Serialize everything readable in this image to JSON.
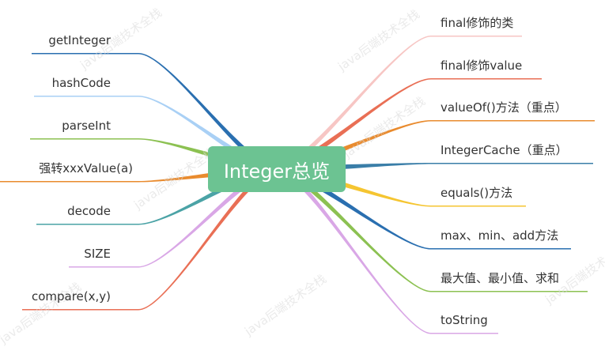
{
  "center": {
    "label": "Integer总览",
    "color": "#6cc392"
  },
  "left_branches": [
    {
      "label": "getInteger",
      "color": "#2a6fb0"
    },
    {
      "label": "hashCode",
      "color": "#a9d0f5"
    },
    {
      "label": "parseInt",
      "color": "#8cc152"
    },
    {
      "label": "强转xxxValue(a)",
      "color": "#e98b2e"
    },
    {
      "label": "decode",
      "color": "#4ba3a6"
    },
    {
      "label": "SIZE",
      "color": "#d9a7e6"
    },
    {
      "label": "compare(x,y)",
      "color": "#e96f55"
    }
  ],
  "right_branches": [
    {
      "label": "final修饰的类",
      "color": "#f7c6c4"
    },
    {
      "label": "final修饰value",
      "color": "#e96f55"
    },
    {
      "label": "valueOf()方法（重点）",
      "color": "#e98b2e"
    },
    {
      "label": "IntegerCache（重点）",
      "color": "#3a7ea8"
    },
    {
      "label": "equals()方法",
      "color": "#f5c531"
    },
    {
      "label": "max、min、add方法",
      "color": "#2a6fb0"
    },
    {
      "label": "最大值、最小值、求和",
      "color": "#8cc152"
    },
    {
      "label": "toString",
      "color": "#d9a7e6"
    }
  ],
  "watermark": "java后端技术全栈"
}
